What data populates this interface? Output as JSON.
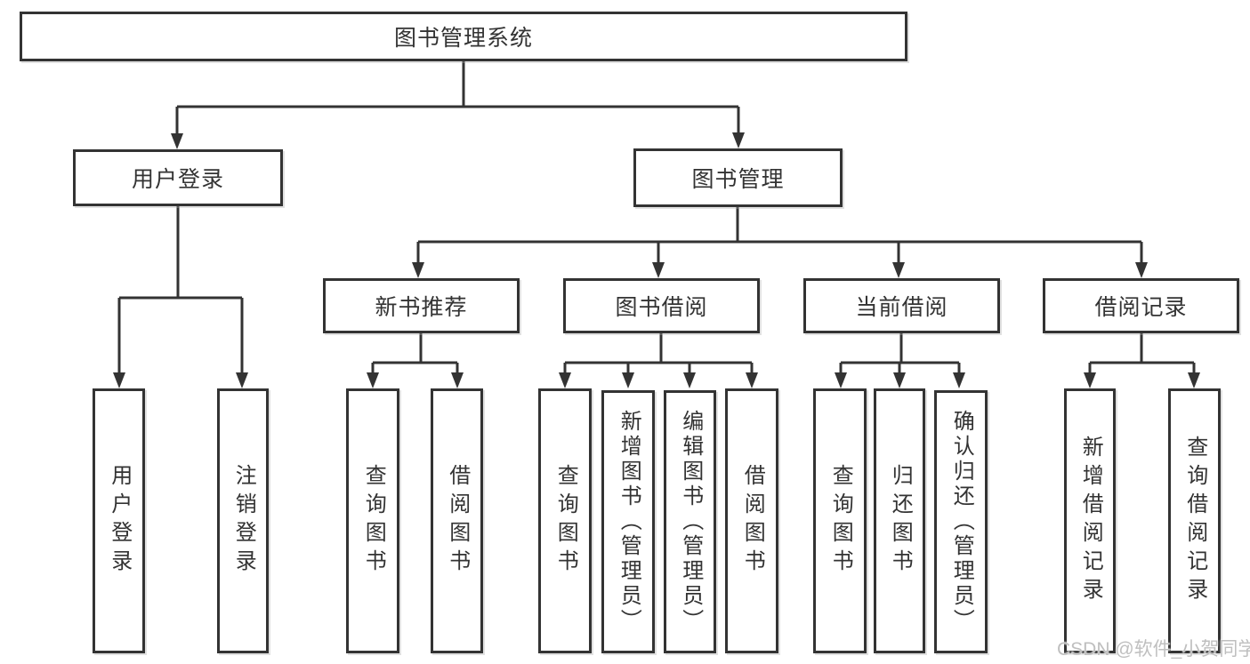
{
  "diagram_title": "图书管理系统",
  "tree": {
    "label": "图书管理系统",
    "children": [
      {
        "label": "用户登录",
        "children": [
          {
            "label": "用户登录"
          },
          {
            "label": "注销登录"
          }
        ]
      },
      {
        "label": "图书管理",
        "children": [
          {
            "label": "新书推荐",
            "children": [
              {
                "label": "查询图书"
              },
              {
                "label": "借阅图书"
              }
            ]
          },
          {
            "label": "图书借阅",
            "children": [
              {
                "label": "查询图书"
              },
              {
                "label": "新增图书（管理员）"
              },
              {
                "label": "编辑图书（管理员）"
              },
              {
                "label": "借阅图书"
              }
            ]
          },
          {
            "label": "当前借阅",
            "children": [
              {
                "label": "查询图书"
              },
              {
                "label": "归还图书"
              },
              {
                "label": "确认归还（管理员）"
              }
            ]
          },
          {
            "label": "借阅记录",
            "children": [
              {
                "label": "新增借阅记录"
              },
              {
                "label": "查询借阅记录"
              }
            ]
          }
        ]
      }
    ]
  },
  "watermark": "CSDN @软件_小贺同学",
  "colors": {
    "line": "#333333",
    "box_border": "#333333",
    "text": "#333333",
    "background": "#ffffff",
    "watermark": "#bfbfbf"
  }
}
